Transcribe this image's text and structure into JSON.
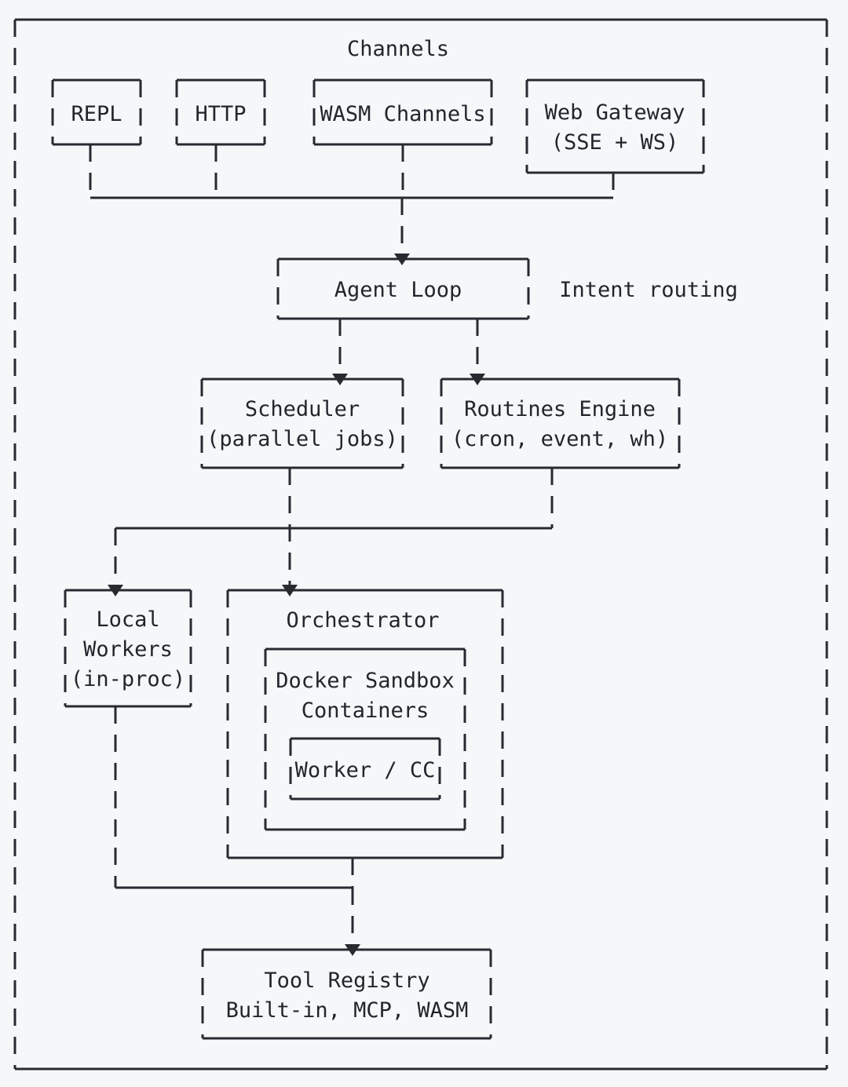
{
  "colors": {
    "background": "#f6f7f9",
    "stroke": "#272b31",
    "text": "#22262c"
  },
  "diagram": {
    "title": "Channels",
    "annotation": "Intent routing",
    "nodes": {
      "repl": {
        "label": "REPL"
      },
      "http": {
        "label": "HTTP"
      },
      "wasm_channels": {
        "label": "WASM Channels"
      },
      "web_gateway": {
        "lines": [
          "Web Gateway",
          "(SSE + WS)"
        ]
      },
      "agent_loop": {
        "label": "Agent Loop"
      },
      "scheduler": {
        "lines": [
          "Scheduler",
          "(parallel jobs)"
        ]
      },
      "routines_engine": {
        "lines": [
          "Routines Engine",
          "(cron, event, wh)"
        ]
      },
      "local_workers": {
        "lines": [
          "Local",
          "Workers",
          "(in-proc)"
        ]
      },
      "orchestrator": {
        "label": "Orchestrator"
      },
      "docker_sandbox": {
        "lines": [
          "Docker Sandbox",
          "Containers"
        ]
      },
      "worker_cc": {
        "label": "Worker / CC"
      },
      "tool_registry": {
        "lines": [
          "Tool Registry",
          "Built-in, MCP, WASM"
        ]
      }
    },
    "edges": [
      {
        "from": "repl",
        "to": "agent_loop"
      },
      {
        "from": "http",
        "to": "agent_loop"
      },
      {
        "from": "wasm_channels",
        "to": "agent_loop"
      },
      {
        "from": "web_gateway",
        "to": "agent_loop"
      },
      {
        "from": "agent_loop",
        "to": "scheduler"
      },
      {
        "from": "agent_loop",
        "to": "routines_engine"
      },
      {
        "from": "scheduler",
        "to": "orchestrator"
      },
      {
        "from": "routines_engine",
        "to": "local_workers"
      },
      {
        "from": "local_workers",
        "to": "tool_registry"
      },
      {
        "from": "orchestrator",
        "to": "tool_registry"
      },
      {
        "from": "docker_sandbox",
        "parent": "orchestrator"
      },
      {
        "from": "worker_cc",
        "parent": "docker_sandbox"
      }
    ]
  }
}
